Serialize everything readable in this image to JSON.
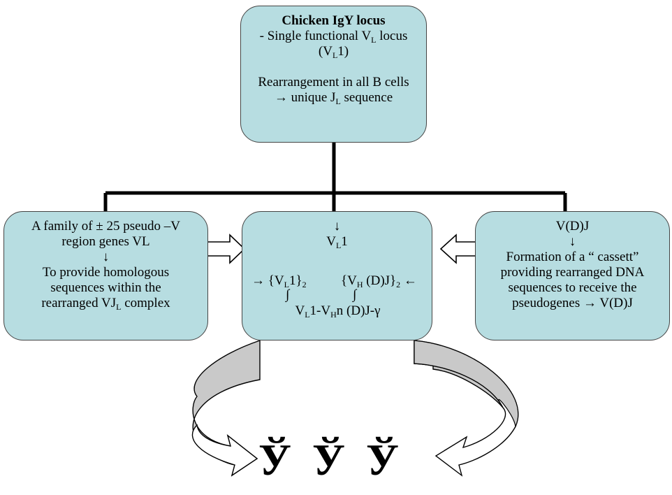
{
  "top_box": {
    "title": "Chicken IgY locus",
    "line1_pre": "- Single functional V",
    "line1_sub": "L",
    "line1_post": " locus",
    "line2_pre": "(V",
    "line2_sub": "L",
    "line2_post": "1)",
    "line3": "Rearrangement in all B cells",
    "line4_pre": "→ unique J",
    "line4_sub": "L",
    "line4_post": " sequence"
  },
  "left_box": {
    "line1": "A family of ± 25 pseudo –V",
    "line2": "region genes VL",
    "arrow": "↓",
    "line3": "To provide homologous",
    "line4": "sequences within the",
    "line5_pre": "rearranged VJ",
    "line5_sub": "L",
    "line5_post": " complex"
  },
  "center_box": {
    "arrow": "↓",
    "line1_pre": "V",
    "line1_sub": "L",
    "line1_post": "1",
    "eq_left_pre": "→ {V",
    "eq_left_sub": "L",
    "eq_left_post": "1}",
    "eq_left_sub2": "2",
    "eq_right_pre": "{V",
    "eq_right_sub": "H",
    "eq_right_mid": " (D)J}",
    "eq_right_sub2": "2",
    "eq_right_post": " ←",
    "integral": "∫",
    "result_pre": "V",
    "result_sub1": "L",
    "result_mid": "1-V",
    "result_sub2": "H",
    "result_post": "n (D)J-γ"
  },
  "right_box": {
    "line1": "V(D)J",
    "arrow": "↓",
    "line2": "Formation of a “ cassett”",
    "line3": "providing rearranged  DNA",
    "line4": "sequences to receive the",
    "line5": "pseudogenes → V(D)J"
  },
  "antibodies": [
    "Ў",
    "Ў",
    "Ў"
  ],
  "colors": {
    "box_fill": "#b7dde1",
    "box_border": "#444444",
    "curve_fill": "#c8c8c8"
  }
}
